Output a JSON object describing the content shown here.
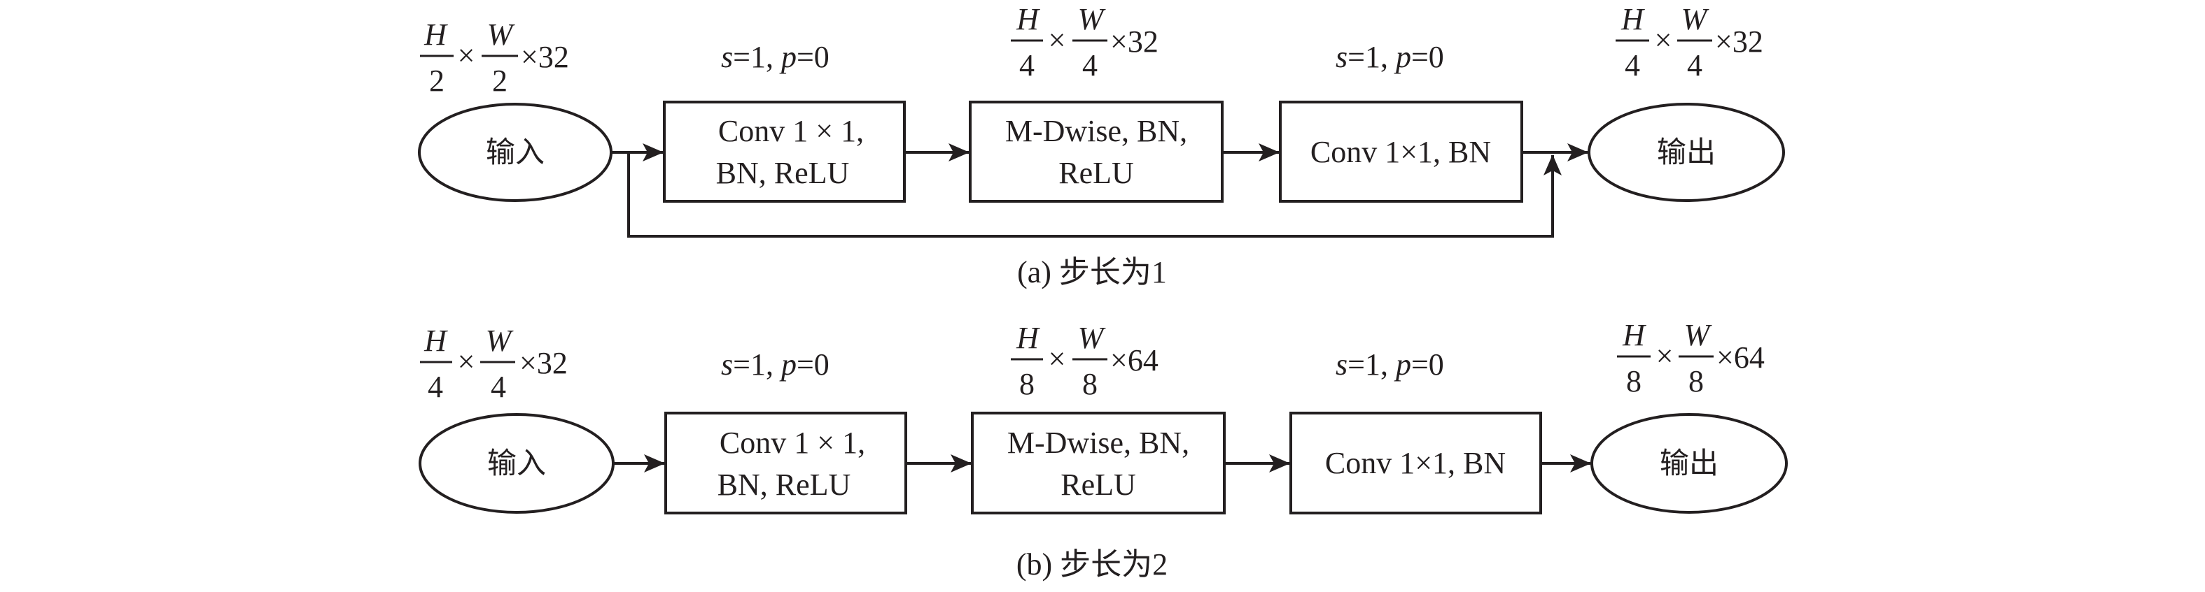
{
  "colors": {
    "stroke": "#231f20",
    "background": "#ffffff"
  },
  "diagrams": [
    {
      "id": "a",
      "caption": "(a) 步长为1",
      "input_label": "输入",
      "output_label": "输出",
      "input_dims": {
        "h_num": "H",
        "h_den": "2",
        "w_num": "W",
        "w_den": "2",
        "channels": "×32"
      },
      "mid_dims": {
        "h_num": "H",
        "h_den": "4",
        "w_num": "W",
        "w_den": "4",
        "channels": "×32"
      },
      "output_dims": {
        "h_num": "H",
        "h_den": "4",
        "w_num": "W",
        "w_den": "4",
        "channels": "×32"
      },
      "params_1": {
        "s": "s",
        "s_val": "=1, ",
        "p": "p",
        "p_val": "=0"
      },
      "params_2": {
        "s": "s",
        "s_val": "=1, ",
        "p": "p",
        "p_val": "=0"
      },
      "blocks": [
        {
          "line1": "Conv 1 × 1,",
          "line2": "BN, ReLU"
        },
        {
          "line1": "M-Dwise, BN,",
          "line2": "ReLU"
        },
        {
          "line1": "Conv 1×1, BN",
          "line2": ""
        }
      ],
      "has_shortcut": true
    },
    {
      "id": "b",
      "caption": "(b) 步长为2",
      "input_label": "输入",
      "output_label": "输出",
      "input_dims": {
        "h_num": "H",
        "h_den": "4",
        "w_num": "W",
        "w_den": "4",
        "channels": "×32"
      },
      "mid_dims": {
        "h_num": "H",
        "h_den": "8",
        "w_num": "W",
        "w_den": "8",
        "channels": "×64"
      },
      "output_dims": {
        "h_num": "H",
        "h_den": "8",
        "w_num": "W",
        "w_den": "8",
        "channels": "×64"
      },
      "params_1": {
        "s": "s",
        "s_val": "=1, ",
        "p": "p",
        "p_val": "=0"
      },
      "params_2": {
        "s": "s",
        "s_val": "=1, ",
        "p": "p",
        "p_val": "=0"
      },
      "blocks": [
        {
          "line1": "Conv 1 × 1,",
          "line2": "BN, ReLU"
        },
        {
          "line1": "M-Dwise, BN,",
          "line2": "ReLU"
        },
        {
          "line1": "Conv 1×1, BN",
          "line2": ""
        }
      ],
      "has_shortcut": false
    }
  ]
}
